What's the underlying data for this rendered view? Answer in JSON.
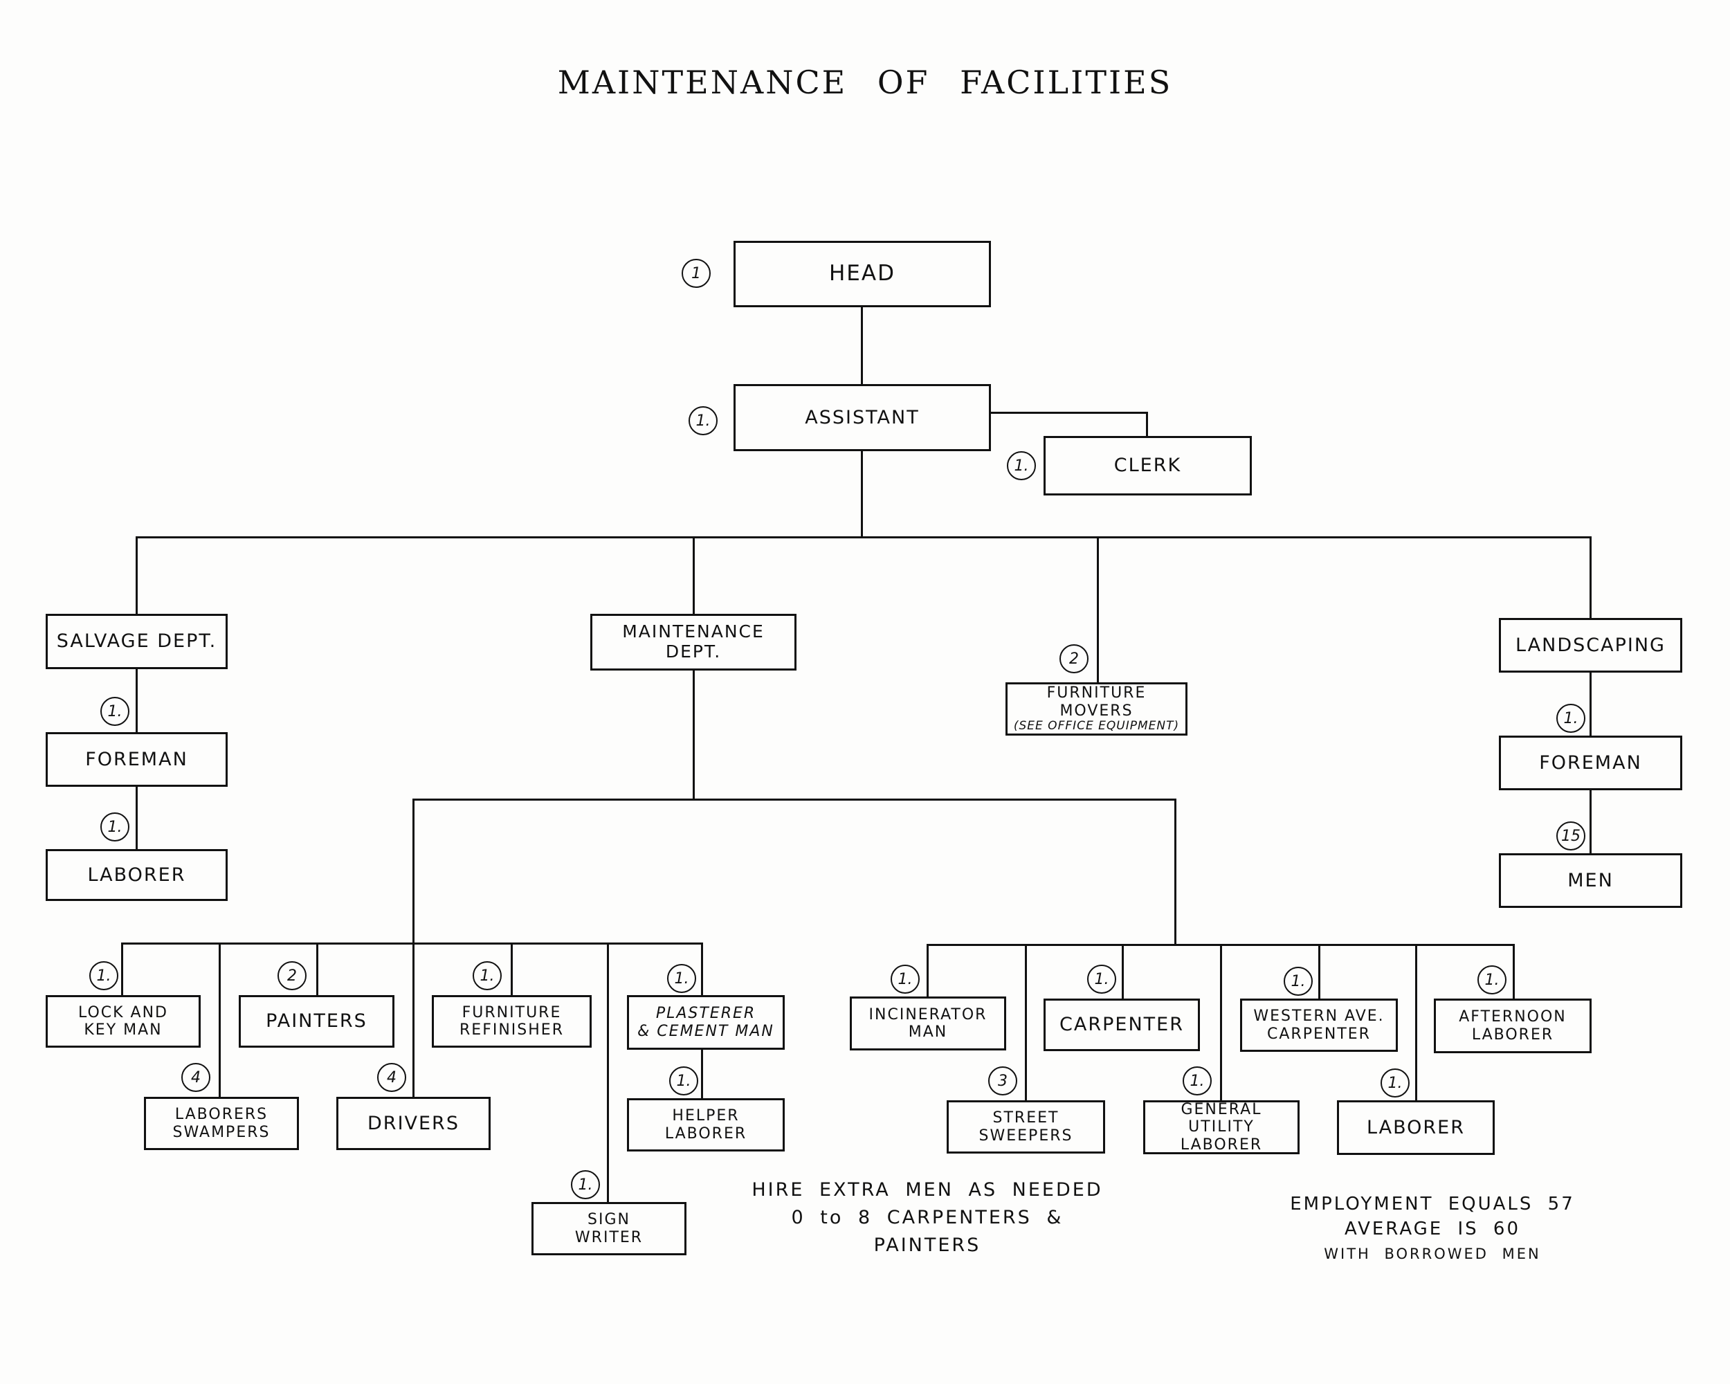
{
  "title": "MAINTENANCE OF FACILITIES",
  "nodes": {
    "head": {
      "label": "HEAD",
      "count": "1"
    },
    "assistant": {
      "label": "ASSISTANT",
      "count": "1."
    },
    "clerk": {
      "label": "CLERK",
      "count": "1."
    },
    "salvage_dept": {
      "label": "SALVAGE DEPT."
    },
    "salvage_foreman": {
      "label": "FOREMAN",
      "count": "1."
    },
    "salvage_laborer": {
      "label": "LABORER",
      "count": "1."
    },
    "maintenance_dept": {
      "label": "MAINTENANCE DEPT."
    },
    "furniture_movers": {
      "line1": "FURNITURE",
      "line2": "MOVERS",
      "note": "(SEE OFFICE EQUIPMENT)",
      "count": "2"
    },
    "landscaping": {
      "label": "LANDSCAPING"
    },
    "landscaping_foreman": {
      "label": "FOREMAN",
      "count": "1."
    },
    "landscaping_men": {
      "label": "MEN",
      "count": "15"
    },
    "lock_key_man": {
      "line1": "LOCK AND",
      "line2": "KEY MAN",
      "count": "1."
    },
    "laborers_swampers": {
      "line1": "LABORERS",
      "line2": "SWAMPERS",
      "count": "4"
    },
    "painters": {
      "label": "PAINTERS",
      "count": "2"
    },
    "drivers": {
      "label": "DRIVERS",
      "count": "4"
    },
    "furniture_refinisher": {
      "line1": "FURNITURE",
      "line2": "REFINISHER",
      "count": "1."
    },
    "sign_writer": {
      "line1": "SIGN",
      "line2": "WRITER",
      "count": "1."
    },
    "plasterer": {
      "line1": "PLASTERER",
      "line2": "& CEMENT MAN",
      "count": "1."
    },
    "helper_laborer": {
      "line1": "HELPER",
      "line2": "LABORER",
      "count": "1."
    },
    "incinerator_man": {
      "line1": "INCINERATOR",
      "line2": "MAN",
      "count": "1."
    },
    "street_sweepers": {
      "label": "STREET SWEEPERS",
      "count": "3"
    },
    "carpenter": {
      "label": "CARPENTER",
      "count": "1."
    },
    "general_utility": {
      "line1": "GENERAL UTILITY",
      "line2": "LABORER",
      "count": "1."
    },
    "western_ave": {
      "line1": "WESTERN AVE.",
      "line2": "CARPENTER",
      "count": "1."
    },
    "laborer": {
      "label": "LABORER",
      "count": "1."
    },
    "afternoon_laborer": {
      "line1": "AFTERNOON",
      "line2": "LABORER",
      "count": "1."
    }
  },
  "notes": {
    "hire_line1": "HIRE EXTRA MEN AS NEEDED",
    "hire_line2": "0 to 8 CARPENTERS & PAINTERS",
    "employment_line1": "EMPLOYMENT EQUALS 57",
    "employment_line2": "AVERAGE IS 60",
    "employment_line3": "WITH BORROWED MEN"
  }
}
